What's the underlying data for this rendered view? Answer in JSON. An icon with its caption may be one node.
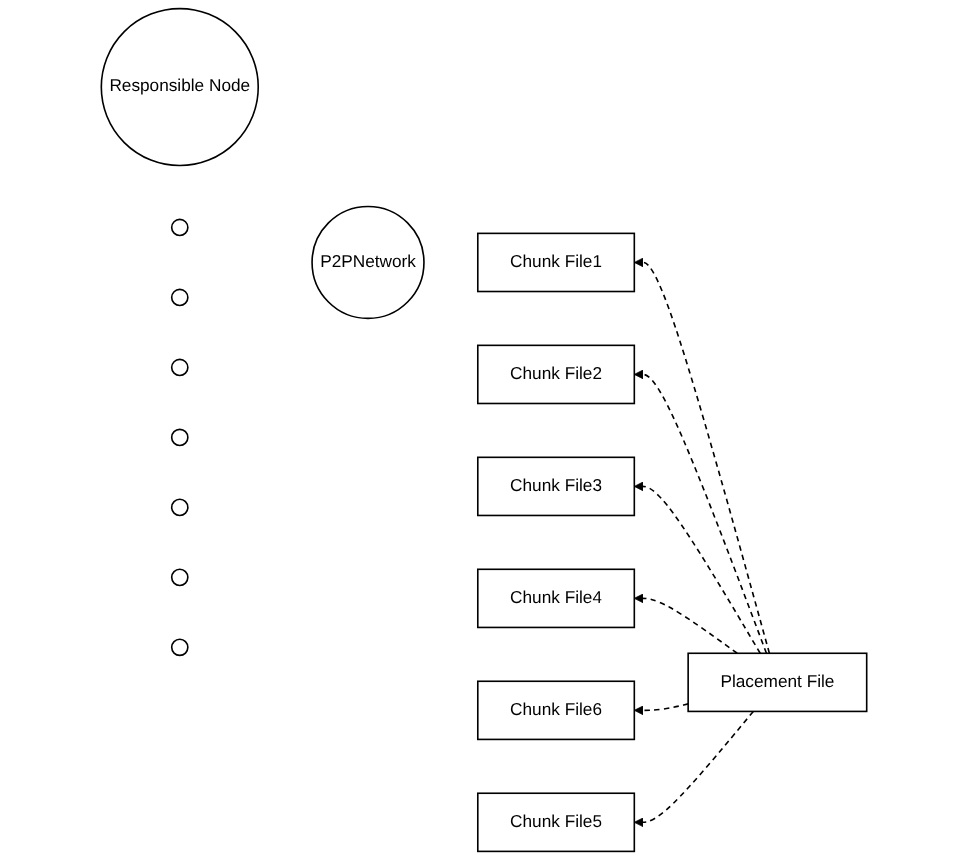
{
  "diagram": {
    "nodes": [
      {
        "text": [
          "Chunk File1"
        ]
      },
      {
        "text": [
          "Placement File"
        ]
      },
      {
        "text": [
          "Responsible Node"
        ]
      },
      {
        "text": [
          "Chunk File2"
        ]
      },
      {
        "text": [],
        "shape": "circle"
      },
      {
        "text": [],
        "shape": "circle"
      },
      {
        "text": [
          "P2PNetwork"
        ]
      },
      {
        "text": [],
        "shape": "circle"
      },
      {
        "text": [],
        "shape": "circle"
      },
      {
        "text": [
          "Chunk File3"
        ]
      },
      {
        "text": [],
        "shape": "circle"
      },
      {
        "text": [],
        "shape": "circle"
      },
      {
        "text": [],
        "shape": "circle"
      },
      {
        "text": [
          "Chunk File4"
        ]
      },
      {
        "text": [
          "Chunk File6"
        ]
      },
      {
        "text": [
          "Chunk File5"
        ]
      }
    ],
    "edges": [
      {
        "from": 1,
        "to": 0,
        "arrow": "to",
        "style": "dashed"
      },
      {
        "from": 1,
        "to": 3,
        "arrow": "to",
        "style": "dashed"
      },
      {
        "from": 1,
        "to": 9,
        "arrow": "to",
        "style": "dashed"
      },
      {
        "from": 1,
        "to": 13,
        "arrow": "to",
        "style": "dashed"
      },
      {
        "from": 1,
        "to": 15,
        "arrow": "to",
        "style": "dashed"
      },
      {
        "from": 1,
        "to": 14,
        "arrow": "to",
        "style": "dashed"
      }
    ]
  }
}
